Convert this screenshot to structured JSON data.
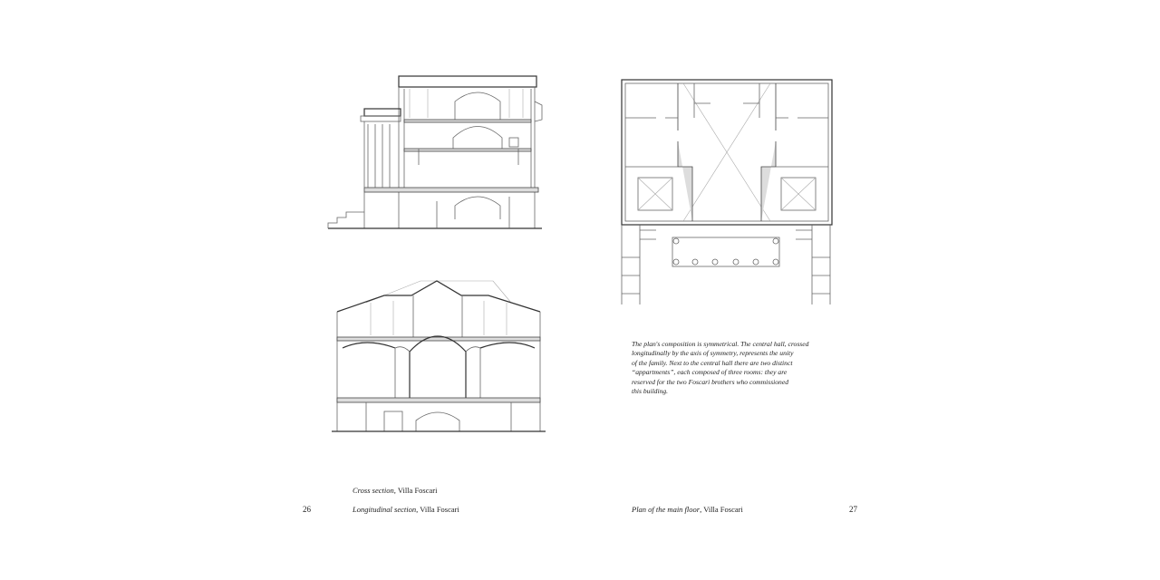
{
  "left_page": {
    "page_number": "26",
    "captions": [
      {
        "title": "Cross section",
        "subject": ", Villa Foscari"
      },
      {
        "title": "Longitudinal section",
        "subject": ", Villa Foscari"
      }
    ]
  },
  "right_page": {
    "page_number": "27",
    "caption": {
      "title": "Plan of the main floor",
      "subject": ", Villa Foscari"
    },
    "body_lines": [
      "The plan's composition is symmetrical. The central hall, crossed",
      "longitudinally by the axis of symmetry, represents the unity",
      "of the family. Next to the central hall there are two distinct",
      "“appartments”, each composed of three rooms: they are",
      "reserved for the two Foscari brothers who commissioned",
      "this building."
    ]
  }
}
